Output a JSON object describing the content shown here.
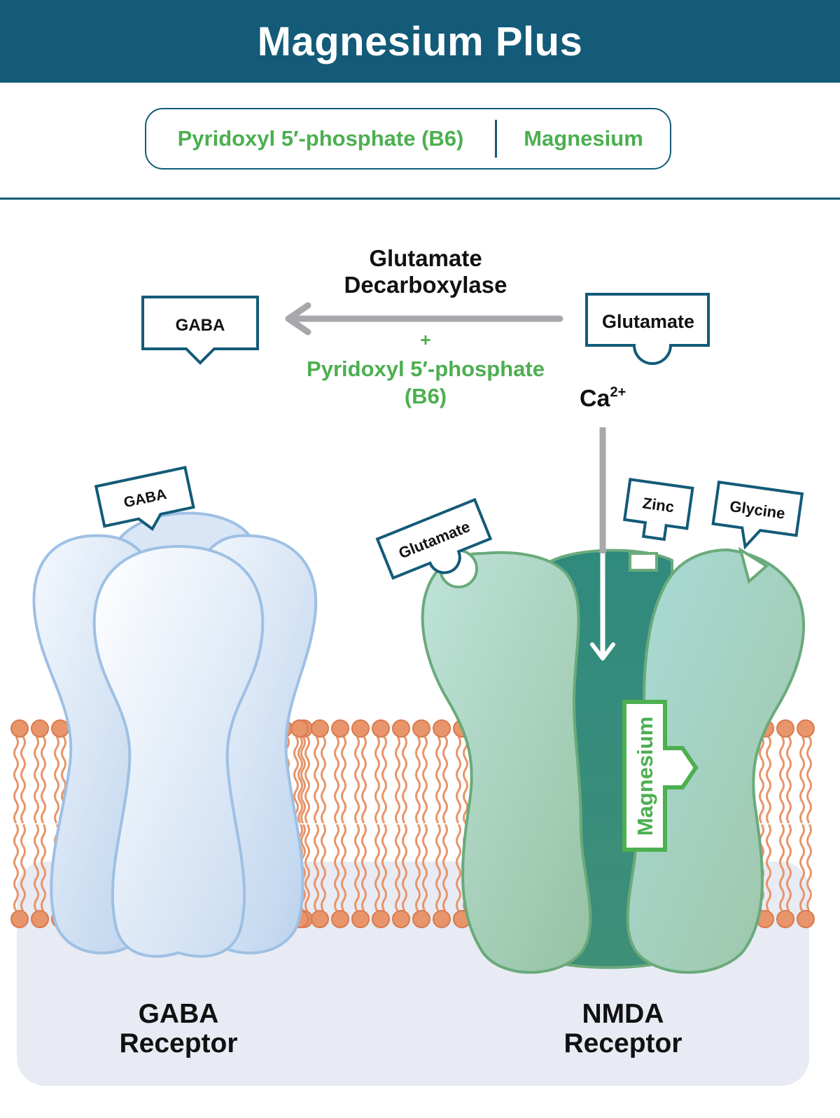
{
  "header": {
    "title": "Magnesium Plus"
  },
  "pill": {
    "left": "Pyridoxyl 5′-phosphate (B6)",
    "right": "Magnesium"
  },
  "reaction": {
    "enzyme_line1": "Glutamate",
    "enzyme_line2": "Decarboxylase",
    "plus": "+",
    "cofactor_line1": "Pyridoxyl 5′-phosphate",
    "cofactor_line2": "(B6)",
    "product": "GABA",
    "substrate": "Glutamate",
    "ion": "Ca",
    "ion_charge": "2+"
  },
  "labels": {
    "gaba_bound": "GABA",
    "glutamate_bound": "Glutamate",
    "zinc": "Zinc",
    "glycine": "Glycine",
    "magnesium": "Magnesium"
  },
  "receptors": {
    "gaba_line1": "GABA",
    "gaba_line2": "Receptor",
    "nmda_line1": "NMDA",
    "nmda_line2": "Receptor"
  },
  "colors": {
    "navy": "#135b78",
    "green": "#4caf50",
    "lipid": "#e8956b",
    "gaba_fill": "#dbe7f5",
    "gaba_stroke": "#9ec0e4",
    "nmda_fill": "#a9d8cf",
    "nmda_stroke": "#6aaa7a",
    "nmda_channel": "#3d8c80",
    "arrow_gray": "#a6a8ab"
  }
}
